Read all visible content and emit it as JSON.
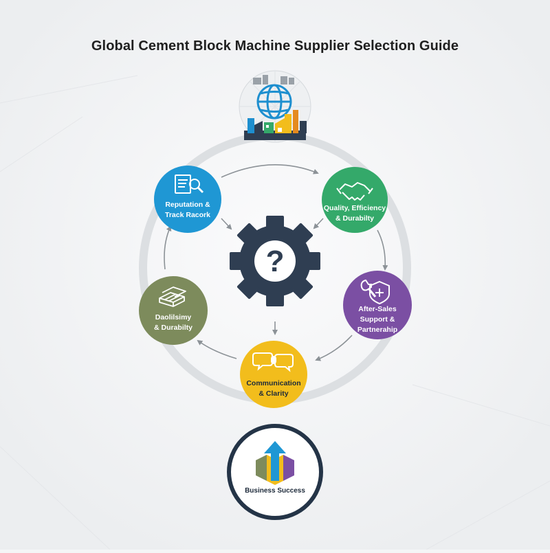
{
  "title": "Global Cement Block Machine Supplier Selection Guide",
  "center": {
    "symbol": "?"
  },
  "nodes": {
    "reputation": {
      "line1": "Reputation &",
      "line2": "Track Racork"
    },
    "quality": {
      "line1": "Quality, Efficiency",
      "line2": "& Durabilty"
    },
    "aftersales": {
      "line1": "After-Sales",
      "line2": "Support &",
      "line3": "Partnerahip"
    },
    "communication": {
      "line1": "Communication",
      "line2": "& Clarity"
    },
    "durability": {
      "line1": "Daolilsimy",
      "line2": "& Durabilty"
    }
  },
  "outcome": {
    "label": "Business Success"
  },
  "colors": {
    "reputation": "#1f97d4",
    "quality": "#34a96a",
    "aftersales": "#7b4fa3",
    "communication": "#f2bd1c",
    "durability": "#7d8b5c",
    "gear": "#2f3e52",
    "ring": "#dcdfe2",
    "outcome_ring": "#243447"
  },
  "icons": [
    "globe-icon",
    "factory-icon",
    "document-search-icon",
    "handshake-icon",
    "wrench-shield-icon",
    "chat-bubbles-icon",
    "stacked-blocks-icon",
    "gear-icon",
    "growth-arrow-icon"
  ]
}
